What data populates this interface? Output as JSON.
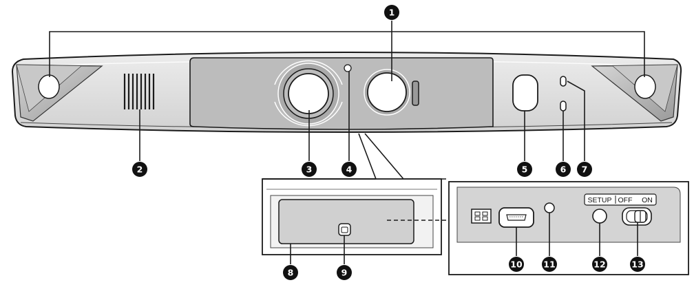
{
  "panel_labels": {
    "setup": "SETUP",
    "off": "OFF",
    "on": "ON"
  },
  "callouts": [
    {
      "id": "1",
      "label": "1"
    },
    {
      "id": "2",
      "label": "2"
    },
    {
      "id": "3",
      "label": "3"
    },
    {
      "id": "4",
      "label": "4"
    },
    {
      "id": "5",
      "label": "5"
    },
    {
      "id": "6",
      "label": "6"
    },
    {
      "id": "7",
      "label": "7"
    },
    {
      "id": "8",
      "label": "8"
    },
    {
      "id": "9",
      "label": "9"
    },
    {
      "id": "10",
      "label": "10"
    },
    {
      "id": "11",
      "label": "11"
    },
    {
      "id": "12",
      "label": "12"
    },
    {
      "id": "13",
      "label": "13"
    }
  ],
  "colors": {
    "body_fill": "#e2e2e2",
    "front_panel": "#bcbcbc",
    "outline": "#1a1a1a",
    "callout_fill": "#111111",
    "callout_text": "#ffffff"
  }
}
